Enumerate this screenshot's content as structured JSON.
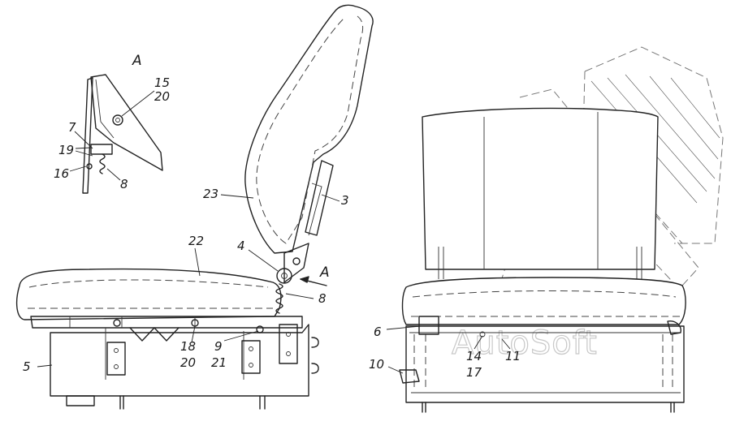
{
  "view_marker": "A",
  "arrow_marker": "A",
  "watermark": "AutoSoft",
  "callouts": {
    "c15": "15",
    "c20a": "20",
    "c7": "7",
    "c19": "19",
    "c16": "16",
    "c8a": "8",
    "c23": "23",
    "c3": "3",
    "c22": "22",
    "c4": "4",
    "c8b": "8",
    "c5": "5",
    "c18": "18",
    "c20b": "20",
    "c9": "9",
    "c21": "21",
    "c6": "6",
    "c14": "14",
    "c17": "17",
    "c11": "11",
    "c10": "10"
  }
}
